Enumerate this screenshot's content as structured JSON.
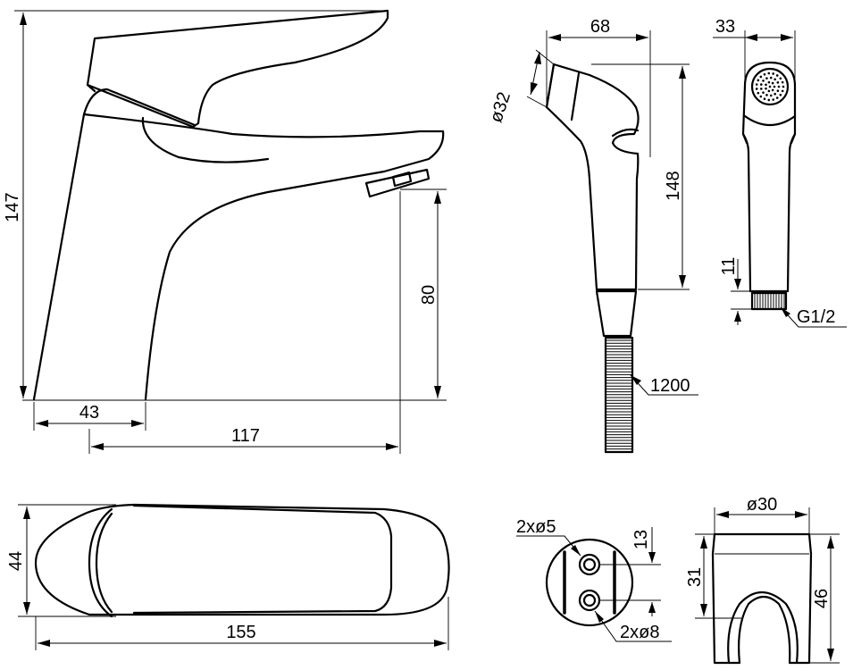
{
  "labels": {
    "faucet_height": "147",
    "spout_height": "80",
    "base_width": "43",
    "spout_reach": "117",
    "top_length": "155",
    "top_width": "44",
    "handshower_head_dia": "ø32",
    "handshower_width": "68",
    "handshower_length": "148",
    "handshower_depth": "33",
    "thread_length": "11",
    "thread_size": "G1/2",
    "hose_length": "1200",
    "small_holes": "2xø5",
    "large_holes": "2xø8",
    "hole_spacing": "13",
    "holder_dia": "ø30",
    "holder_inner": "31",
    "holder_height": "46"
  }
}
